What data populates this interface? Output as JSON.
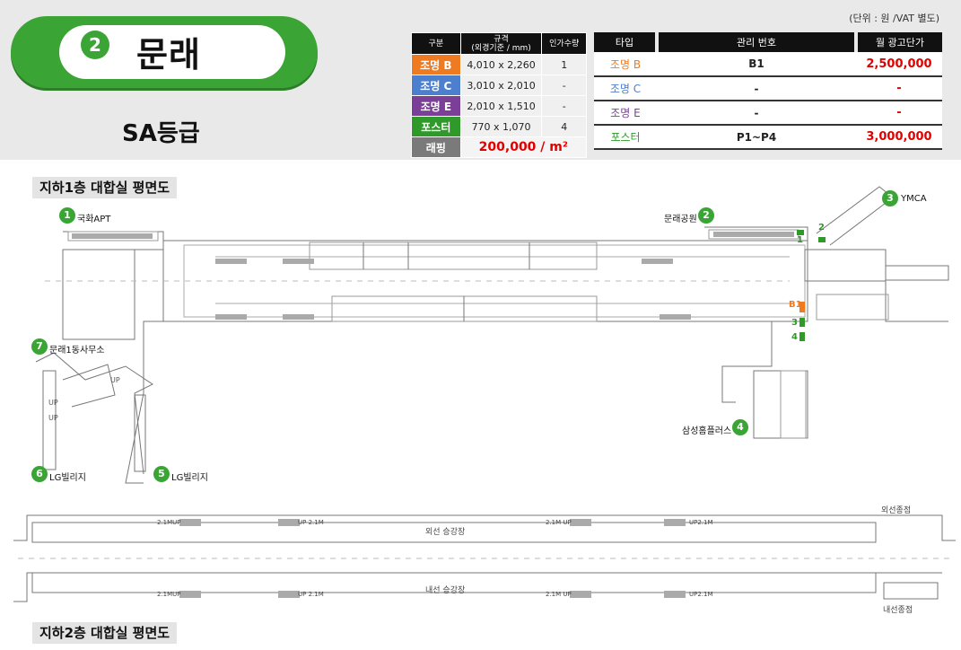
{
  "station": {
    "number": "2",
    "name": "문래",
    "grade": "SA등급"
  },
  "unit_note": "(단위 : 원 /VAT 별도)",
  "spec_table": {
    "headers": [
      "구분",
      "규격\n(외경기준 / mm)",
      "인가수량"
    ],
    "rows": [
      {
        "label": "조명 B",
        "color": "#ee7a21",
        "size": "4,010 x 2,260",
        "qty": "1"
      },
      {
        "label": "조명 C",
        "color": "#4d7fcf",
        "size": "3,010 x 2,010",
        "qty": "-"
      },
      {
        "label": "조명 E",
        "color": "#7c3f98",
        "size": "2,010 x 1,510",
        "qty": "-"
      },
      {
        "label": "포스터",
        "color": "#2f9a2a",
        "size": "770 x 1,070",
        "qty": "4"
      }
    ],
    "wrapping": {
      "label": "래핑",
      "price": "200,000 / m²"
    }
  },
  "price_table": {
    "headers": [
      "타입",
      "관리 번호",
      "월 광고단가"
    ],
    "rows": [
      {
        "type": "조명 B",
        "color": "#ee7a21",
        "code": "B1",
        "price": "2,500,000"
      },
      {
        "type": "조명 C",
        "color": "#4d7fcf",
        "code": "-",
        "price": "-"
      },
      {
        "type": "조명 E",
        "color": "#7c3f98",
        "code": "-",
        "price": "-"
      },
      {
        "type": "포스터",
        "color": "#2f9a2a",
        "code": "P1~P4",
        "price": "3,000,000"
      }
    ]
  },
  "floor_b1": {
    "title": "지하1층 대합실 평면도",
    "exits": [
      {
        "num": "1",
        "name": "국화APT"
      },
      {
        "num": "2",
        "name": "문래공원"
      },
      {
        "num": "3",
        "name": "YMCA"
      },
      {
        "num": "4",
        "name": "삼성홈플러스"
      },
      {
        "num": "5",
        "name": "LG빌리지"
      },
      {
        "num": "6",
        "name": "LG빌리지"
      },
      {
        "num": "7",
        "name": "문래1동사무소"
      }
    ],
    "markers": [
      "1",
      "2",
      "B1",
      "3",
      "4"
    ],
    "up_labels": [
      "UP",
      "UP",
      "UP"
    ]
  },
  "platforms": {
    "outer_track": "외선종점",
    "outer_platform": "외선 승강장",
    "inner_platform": "내선 승강장",
    "inner_track": "내선종점",
    "stair_labels": [
      "2.1MUP",
      "UP 2.1M",
      "2.1M UP",
      "UP2.1M",
      "2.1MUP",
      "UP 2.1M",
      "2.1M UP",
      "UP2.1M"
    ]
  },
  "floor_b2": {
    "title": "지하2층 대합실 평면도"
  }
}
